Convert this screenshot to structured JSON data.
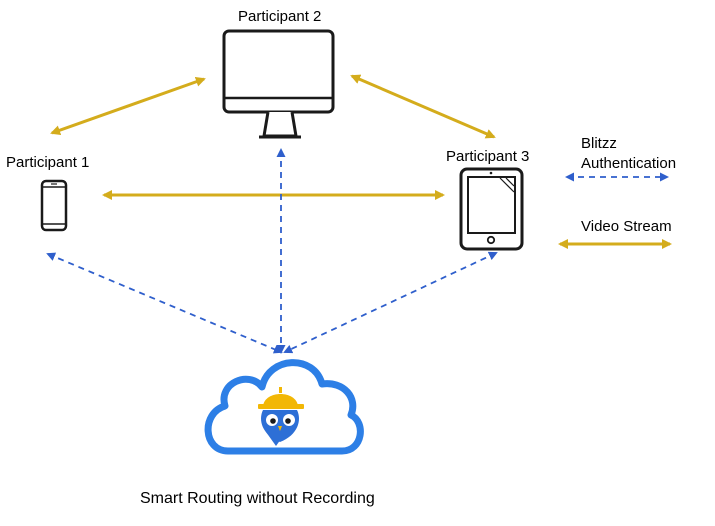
{
  "participants": {
    "p1": "Participant 1",
    "p2": "Participant 2",
    "p3": "Participant 3"
  },
  "legend": {
    "auth_line1": "Blitzz",
    "auth_line2": "Authentication",
    "video": "Video Stream"
  },
  "caption": "Smart Routing without Recording",
  "colors": {
    "video_stream": "#D4AC1C",
    "authentication": "#2F5FCC",
    "cloud": "#2D7FE6",
    "device_outline": "#1a1a1a"
  },
  "icons": [
    "monitor-icon",
    "phone-icon",
    "tablet-icon",
    "cloud-icon",
    "owl-mascot-icon"
  ]
}
